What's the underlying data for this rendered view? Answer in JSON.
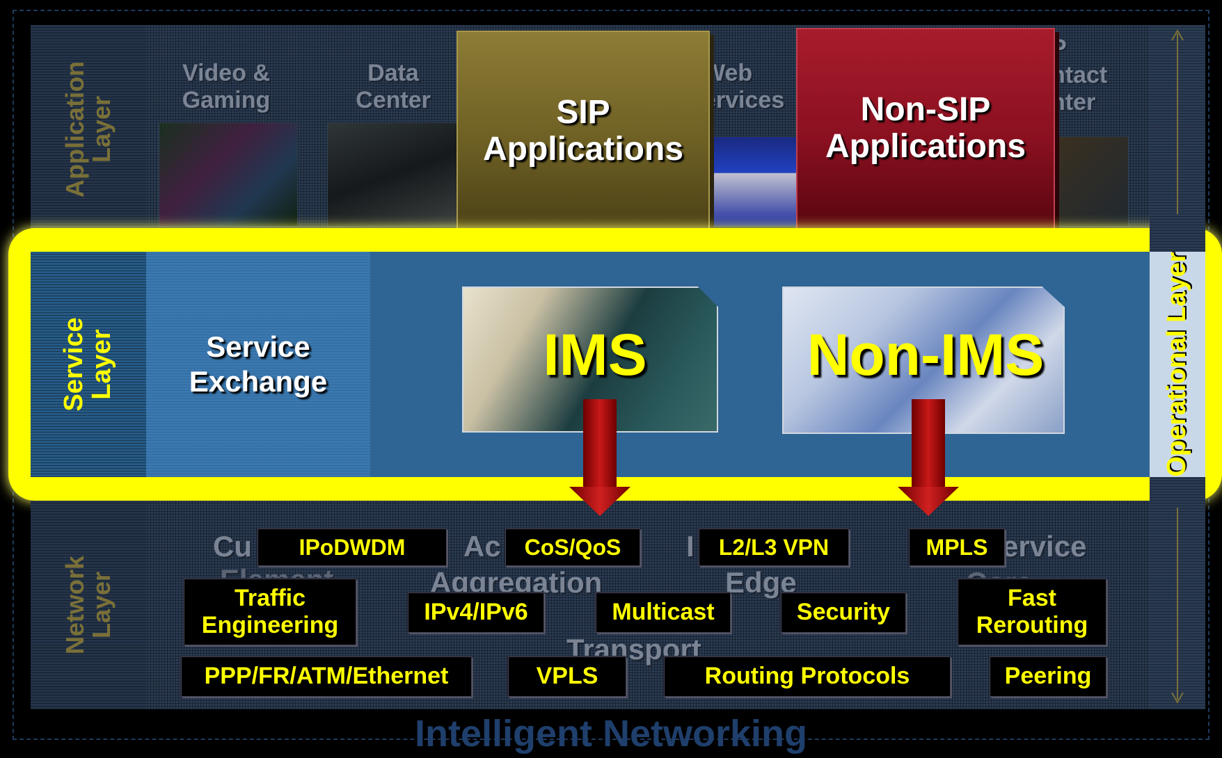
{
  "title": "Intelligent Networking",
  "layers": {
    "application": [
      "Application",
      "Layer"
    ],
    "service": [
      "Service",
      "Layer"
    ],
    "network": [
      "Network",
      "Layer"
    ],
    "operational": "Operational Layer"
  },
  "application_bg_labels": {
    "video": [
      "Video &",
      "Gaming"
    ],
    "data_center": [
      "Data",
      "Center"
    ],
    "web": [
      "Web",
      "ervices"
    ],
    "contact": [
      "P",
      "ntact",
      "nter"
    ]
  },
  "app_boxes": {
    "sip": [
      "SIP",
      "Applications"
    ],
    "non_sip": [
      "Non-SIP",
      "Applications"
    ]
  },
  "service": {
    "exchange": [
      "Service",
      "Exchange"
    ],
    "ims": "IMS",
    "non_ims": "Non-IMS"
  },
  "network_bg_labels": {
    "customer": "Cu",
    "customer2": "Element",
    "access": "Ac",
    "aggregation": "Aggregation",
    "edge_i": "I",
    "edge": "Edge",
    "service_core": "ervice",
    "core": "Core",
    "transport": "Transport"
  },
  "network_tags": {
    "ipodwdm": "IPoDWDM",
    "cos_qos": "CoS/QoS",
    "l2l3_vpn": "L2/L3 VPN",
    "mpls": "MPLS",
    "traffic_eng": [
      "Traffic",
      "Engineering"
    ],
    "ipv4_ipv6": "IPv4/IPv6",
    "multicast": "Multicast",
    "security": "Security",
    "fast_rerouting": [
      "Fast",
      "Rerouting"
    ],
    "ppp": "PPP/FR/ATM/Ethernet",
    "vpls": "VPLS",
    "routing": "Routing Protocols",
    "peering": "Peering"
  },
  "colors": {
    "highlight": "#ffff00",
    "sip_box": "#7a6a2a",
    "non_sip_box": "#8a1020",
    "arrow": "#c81818"
  }
}
